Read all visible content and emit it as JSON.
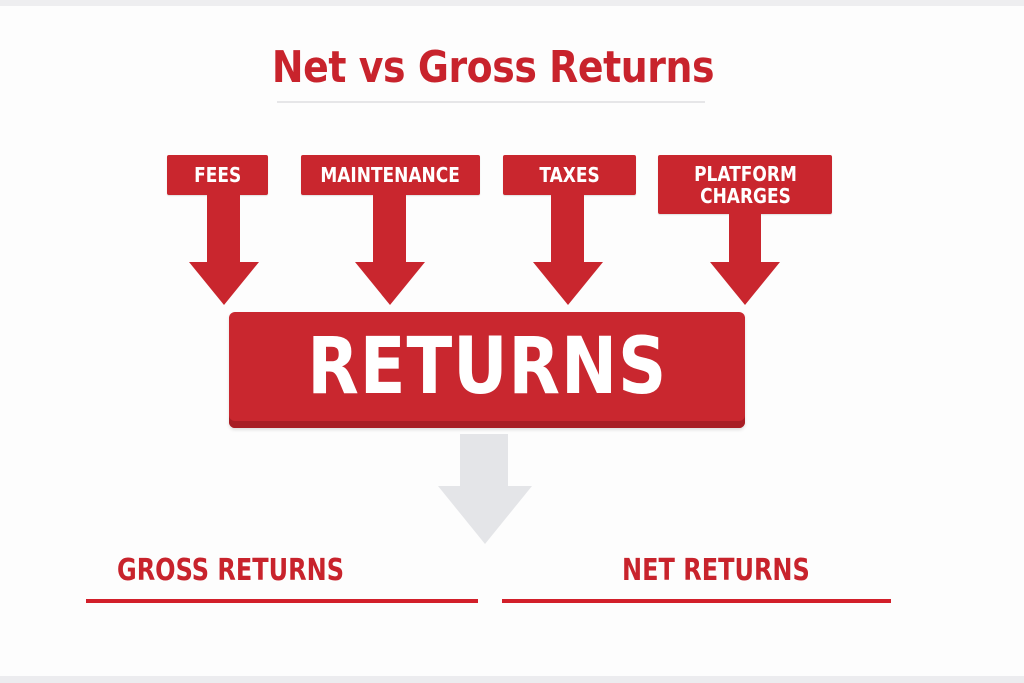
{
  "title": "Net vs Gross Returns",
  "deductions": [
    {
      "label": "FEES"
    },
    {
      "label": "MAINTENANCE"
    },
    {
      "label": "TAXES"
    },
    {
      "label": "PLATFORM\nCHARGES"
    }
  ],
  "center": {
    "label": "RETURNS"
  },
  "outcomes": {
    "gross": {
      "label": "GROSS RETURNS"
    },
    "net": {
      "label": "NET RETURNS"
    }
  },
  "colors": {
    "primary_red": "#c9262e",
    "title_red": "#c8232c",
    "neutral_arrow": "#e4e5e8",
    "background": "#fdfdfd"
  }
}
